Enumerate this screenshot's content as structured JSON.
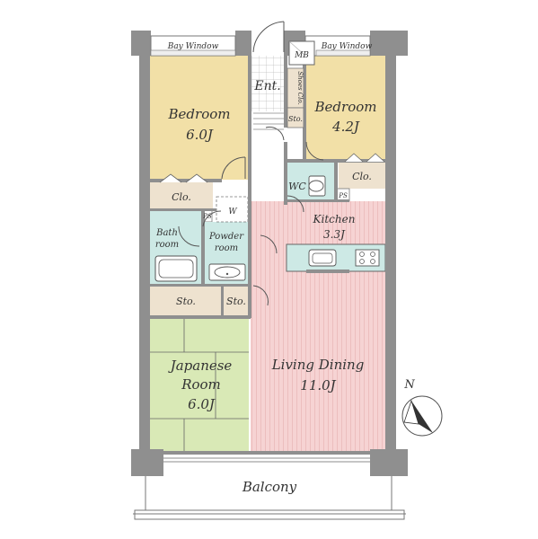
{
  "rooms": {
    "bedroom_left": {
      "name": "Bedroom",
      "size": "6.0J"
    },
    "bedroom_right": {
      "name": "Bedroom",
      "size": "4.2J"
    },
    "japanese": {
      "name_line1": "Japanese",
      "name_line2": "Room",
      "size": "6.0J"
    },
    "living": {
      "name": "Living Dining",
      "size": "11.0J"
    },
    "kitchen": {
      "name": "Kitchen",
      "size": "3.3J"
    },
    "bath": {
      "name_line1": "Bath",
      "name_line2": "room"
    },
    "powder": {
      "name_line1": "Powder",
      "name_line2": "room"
    }
  },
  "labels": {
    "bay_window_left": "Bay Window",
    "bay_window_right": "Bay Window",
    "entrance": "Ent.",
    "mb": "MB",
    "shoes_closet": "Shoes Clo.",
    "sto_small": "Sto.",
    "clo_left": "Clo.",
    "clo_right": "Clo.",
    "wc": "WC",
    "ps_wc": "PS",
    "ps_bath": "PS",
    "washer": "W",
    "sto_left": "Sto.",
    "sto_right": "Sto.",
    "balcony": "Balcony",
    "north": "N"
  },
  "colors": {
    "bedroom": "#f2e0a7",
    "living": "#f4c9c9",
    "japanese": "#d9e9b6",
    "wet": "#cde9e5",
    "storage": "#eee2cf",
    "wall": "#8f8f8f"
  }
}
